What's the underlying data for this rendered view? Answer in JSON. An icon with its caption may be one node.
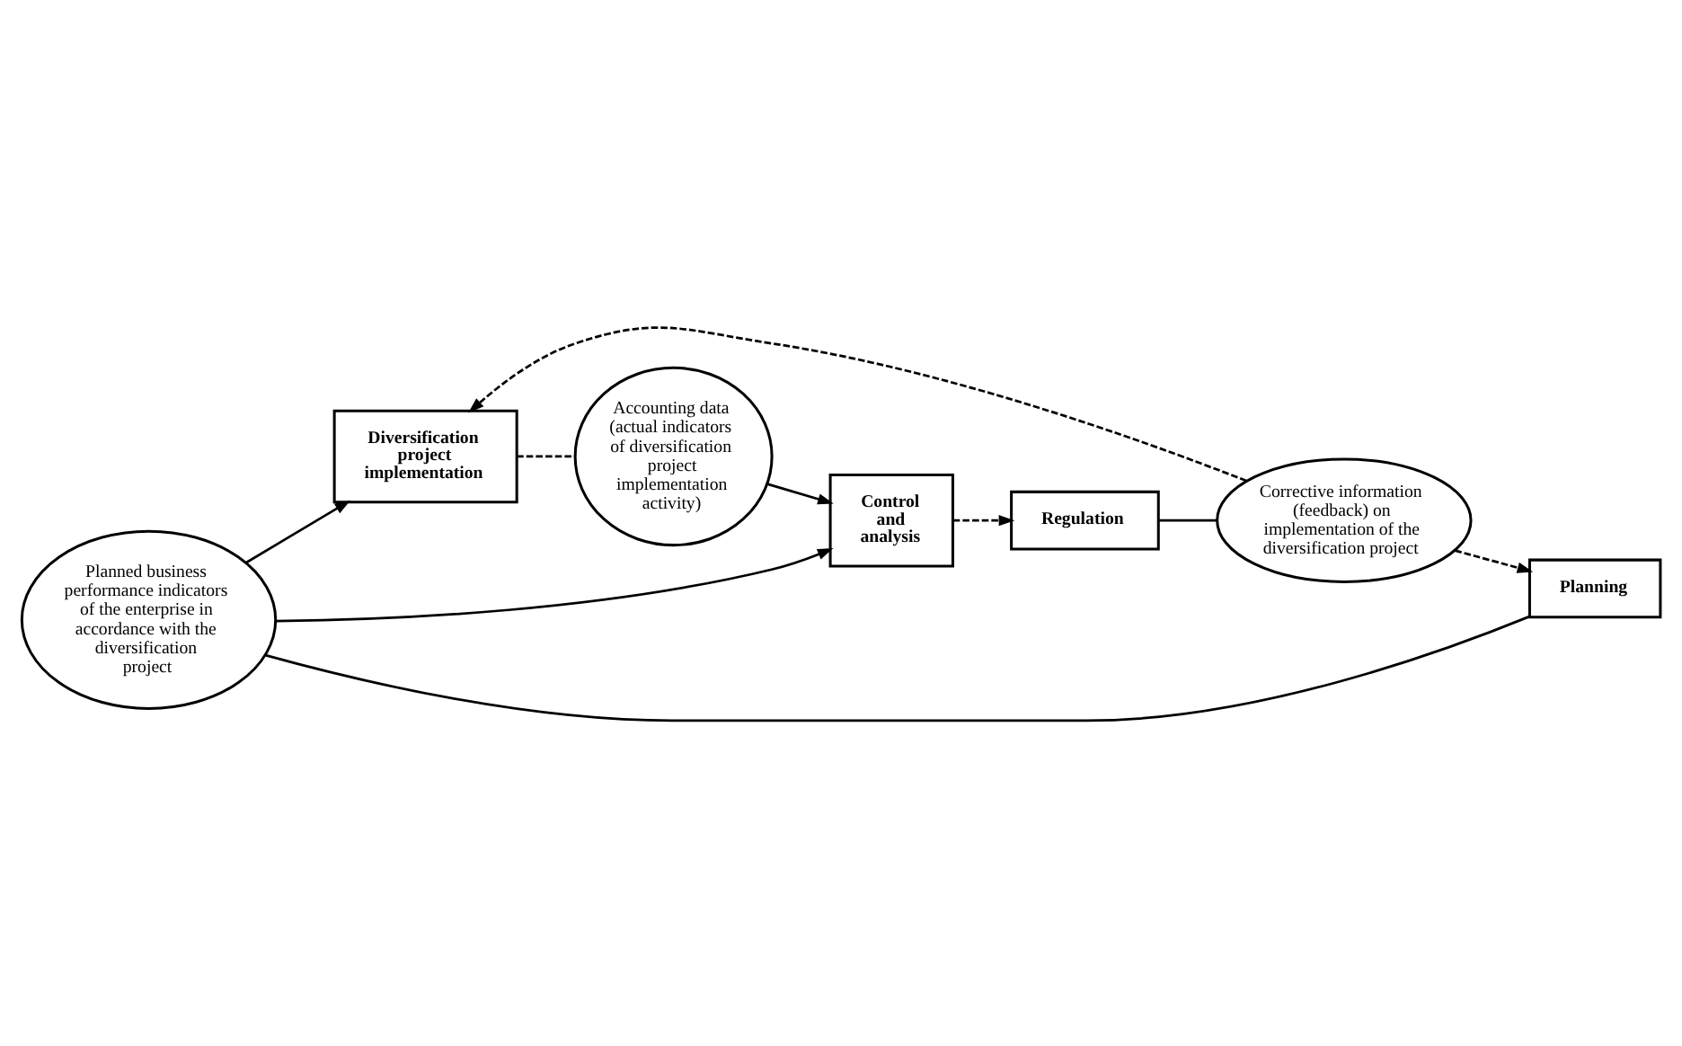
{
  "diagram": {
    "nodes": [
      {
        "text": [
          "Planned business performance indicators of the enterprise in accordance with the diversification project"
        ]
      },
      {
        "text": [
          "Planning"
        ]
      },
      {
        "text": [
          "Diversification project implementation"
        ]
      },
      {
        "text": [
          "Accounting data (actual indicators of diversification project implementation activity)"
        ]
      },
      {
        "text": [
          "Control and analysis"
        ]
      },
      {
        "text": [
          "Regulation"
        ]
      },
      {
        "text": [
          "Corrective information (feedback) on implementation of the diversification project"
        ]
      }
    ],
    "edges": [
      {
        "from": 1,
        "to": 0,
        "arrow": "none"
      },
      {
        "from": 0,
        "to": 2,
        "arrow": "to"
      },
      {
        "from": 0,
        "to": 4,
        "arrow": "to"
      },
      {
        "from": 2,
        "to": 3,
        "arrow": "none",
        "style": "dashed"
      },
      {
        "from": 3,
        "to": 4,
        "arrow": "to"
      },
      {
        "from": 4,
        "to": 5,
        "arrow": "to",
        "style": "dashed"
      },
      {
        "from": 5,
        "to": 6,
        "arrow": "none"
      },
      {
        "from": 6,
        "to": 1,
        "arrow": "to",
        "style": "dashed"
      },
      {
        "from": 6,
        "to": 2,
        "arrow": "to",
        "style": "dashed"
      }
    ]
  }
}
